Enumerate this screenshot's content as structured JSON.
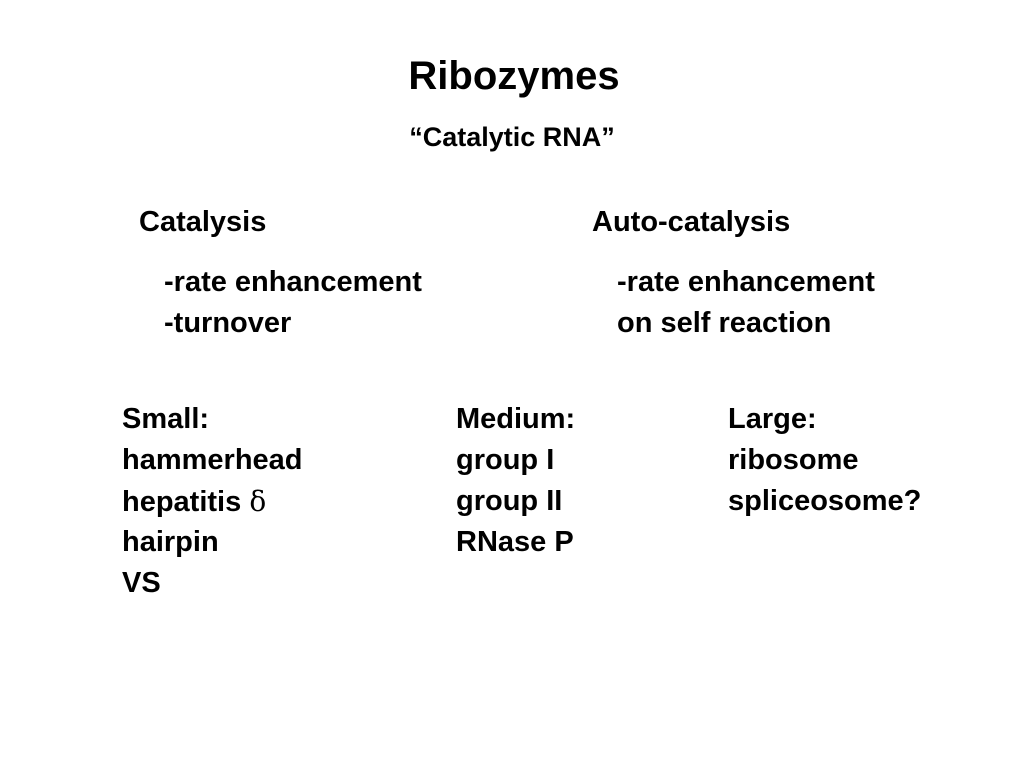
{
  "slide": {
    "title": "Ribozymes",
    "subtitle": "“Catalytic RNA”",
    "catalysis": {
      "heading": "Catalysis",
      "items": [
        "-rate enhancement",
        "-turnover"
      ]
    },
    "auto_catalysis": {
      "heading": "Auto-catalysis",
      "items": [
        "-rate enhancement",
        "on self reaction"
      ]
    },
    "small": {
      "heading": "Small:",
      "items": [
        "hammerhead",
        "hepatitis",
        "hairpin",
        "VS"
      ],
      "hepatitis_symbol": "δ"
    },
    "medium": {
      "heading": "Medium:",
      "items": [
        "group I",
        "group II",
        "RNase P"
      ]
    },
    "large": {
      "heading": "Large:",
      "items": [
        "ribosome",
        "spliceosome?"
      ]
    }
  }
}
